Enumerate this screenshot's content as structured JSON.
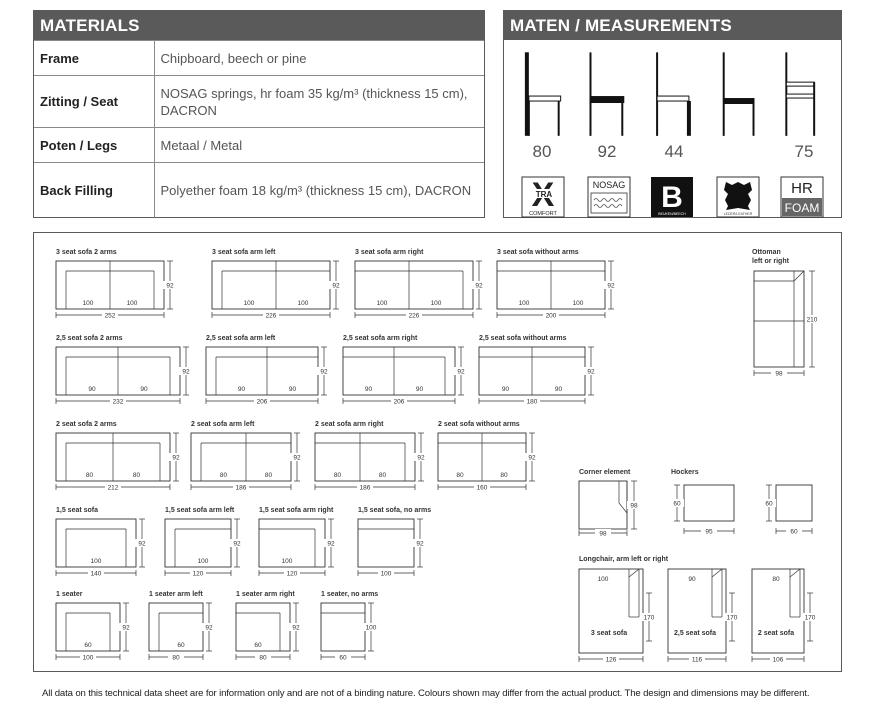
{
  "materials": {
    "title": "MATERIALS",
    "rows": [
      {
        "key": "Frame",
        "value": "Chipboard, beech or pine"
      },
      {
        "key": "Zitting / Seat",
        "value": "NOSAG springs, hr foam 35 kg/m³ (thickness 15 cm), DACRON"
      },
      {
        "key": "Poten / Legs",
        "value": "Metaal / Metal"
      },
      {
        "key": "Back Filling",
        "value": "Polyether foam 18 kg/m³ (thickness 15 cm), DACRON"
      }
    ]
  },
  "measurements": {
    "title": "MATEN / MEASUREMENTS",
    "values": [
      "80",
      "92",
      "44",
      "",
      "75"
    ],
    "badges": {
      "xtra": {
        "big": "X",
        "small": "TRA",
        "bottom": "COMFORT"
      },
      "nosag": {
        "top": "NOSAG",
        "icon": "spring-icon"
      },
      "beech": {
        "big": "B",
        "bottom": "BEUKEN/BEECH"
      },
      "leather": {
        "icon": "leather-hide-icon",
        "bottom": "LEDER/LEATHER"
      },
      "hr": {
        "top": "HR",
        "bottom": "FOAM"
      }
    }
  },
  "drawings": {
    "sofas": [
      {
        "id": "3s-2arms",
        "label": "3 seat sofa 2 arms",
        "seats": [
          "100",
          "100"
        ],
        "width": "252",
        "height": "92"
      },
      {
        "id": "3s-left",
        "label": "3 seat sofa arm left",
        "seats": [
          "100",
          "100"
        ],
        "width": "226",
        "height": "92"
      },
      {
        "id": "3s-right",
        "label": "3 seat sofa arm right",
        "seats": [
          "100",
          "100"
        ],
        "width": "226",
        "height": "92"
      },
      {
        "id": "3s-none",
        "label": "3 seat sofa without arms",
        "seats": [
          "100",
          "100"
        ],
        "width": "200",
        "height": "92"
      },
      {
        "id": "25s-2arms",
        "label": "2,5 seat sofa 2 arms",
        "seats": [
          "90",
          "90"
        ],
        "width": "232",
        "height": "92"
      },
      {
        "id": "25s-left",
        "label": "2,5 seat sofa arm left",
        "seats": [
          "90",
          "90"
        ],
        "width": "206",
        "height": "92"
      },
      {
        "id": "25s-right",
        "label": "2,5 seat sofa arm right",
        "seats": [
          "90",
          "90"
        ],
        "width": "206",
        "height": "92"
      },
      {
        "id": "25s-none",
        "label": "2,5 seat sofa without arms",
        "seats": [
          "90",
          "90"
        ],
        "width": "180",
        "height": "92"
      },
      {
        "id": "2s-2arms",
        "label": "2 seat sofa 2 arms",
        "seats": [
          "80",
          "80"
        ],
        "width": "212",
        "height": "92"
      },
      {
        "id": "2s-left",
        "label": "2 seat sofa arm left",
        "seats": [
          "80",
          "80"
        ],
        "width": "186",
        "height": "92"
      },
      {
        "id": "2s-right",
        "label": "2 seat sofa arm right",
        "seats": [
          "80",
          "80"
        ],
        "width": "186",
        "height": "92"
      },
      {
        "id": "2s-none",
        "label": "2 seat sofa without arms",
        "seats": [
          "80",
          "80"
        ],
        "width": "160",
        "height": "92"
      },
      {
        "id": "15s",
        "label": "1,5 seat sofa",
        "seats": [
          "100"
        ],
        "width": "140",
        "height": "92"
      },
      {
        "id": "15s-left",
        "label": "1,5 seat sofa arm left",
        "seats": [
          "100"
        ],
        "width": "120",
        "height": "92"
      },
      {
        "id": "15s-right",
        "label": "1,5 seat sofa arm right",
        "seats": [
          "100"
        ],
        "width": "120",
        "height": "92"
      },
      {
        "id": "15s-none",
        "label": "1,5 seat sofa, no arms",
        "seats": [],
        "width": "100",
        "height": "92"
      },
      {
        "id": "1s",
        "label": "1 seater",
        "seats": [
          "60"
        ],
        "width": "100",
        "height": "92"
      },
      {
        "id": "1s-left",
        "label": "1 seater arm left",
        "seats": [
          "60"
        ],
        "width": "80",
        "height": "92"
      },
      {
        "id": "1s-right",
        "label": "1 seater arm right",
        "seats": [
          "60"
        ],
        "width": "80",
        "height": "92"
      },
      {
        "id": "1s-none",
        "label": "1 seater, no arms",
        "seats": [],
        "width": "60",
        "height": "100"
      }
    ],
    "ottoman": {
      "label_line1": "Ottoman",
      "label_line2": "left or right",
      "width": "98",
      "height": "210"
    },
    "corner": {
      "label": "Corner element",
      "width": "98",
      "height": "98"
    },
    "hockers": {
      "label": "Hockers",
      "items": [
        {
          "width": "95",
          "height": "60"
        },
        {
          "width": "60",
          "height": "60"
        }
      ]
    },
    "longchair": {
      "label": "Longchair, arm left or right",
      "items": [
        {
          "name": "3 seat sofa",
          "seat": "100",
          "width": "126",
          "height": "170"
        },
        {
          "name": "2,5 seat sofa",
          "seat": "90",
          "width": "116",
          "height": "170"
        },
        {
          "name": "2 seat sofa",
          "seat": "80",
          "width": "106",
          "height": "170"
        }
      ]
    }
  },
  "footer": "All data on this technical data sheet are for information only and are not of a binding nature. Colours shown may differ from the actual product. The design and dimensions may be different."
}
